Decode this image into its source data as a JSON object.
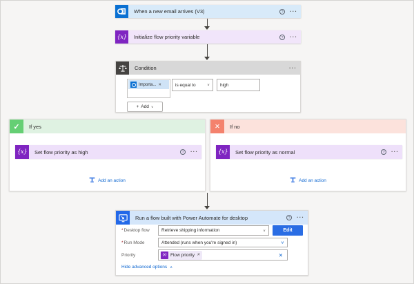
{
  "icons": {
    "info": "?",
    "ellipsis": "···",
    "chevron_down": "∨",
    "chevron_up": "∧",
    "close": "✕",
    "check": "✓",
    "cross": "✕",
    "plus": "+",
    "variable_glyph": "{x}"
  },
  "colors": {
    "trigger_card_bg": "#d8eaf9",
    "outlook_blue": "#0a70d2",
    "variable_card_bg": "#f1e5fa",
    "variable_purple": "#7f25c1",
    "condition_header_bg": "#d8d8d8",
    "condition_icon_bg": "#454341",
    "if_yes_header_bg": "#dff2e2",
    "if_yes_icon_bg": "#65cf74",
    "if_no_header_bg": "#fce2dc",
    "if_no_icon_bg": "#f4826d",
    "action_card_bg": "#eee0fa",
    "pad_header_bg": "#d4e6fa",
    "pad_icon_bg": "#2368e8",
    "edit_button_bg": "#2a6de4",
    "link_blue": "#0d66d0",
    "required_red": "#a4262c"
  },
  "trigger": {
    "title": "When a new email arrives (V3)"
  },
  "init_variable": {
    "title": "Initialize flow priority variable"
  },
  "condition": {
    "title": "Condition",
    "operand_chip": {
      "label": "Importa..."
    },
    "operator_value": "is equal to",
    "comparison_value": "high",
    "add_label": "Add"
  },
  "branches": [
    {
      "header": "If yes",
      "action_title": "Set flow priority as high",
      "add_action_label": "Add an action"
    },
    {
      "header": "If no",
      "action_title": "Set flow priority as normal",
      "add_action_label": "Add an action"
    }
  ],
  "pad": {
    "title": "Run a flow built with Power Automate for desktop",
    "fields": [
      {
        "label": "Desktop flow",
        "required_marker": "*",
        "value": "Retrieve shipping information",
        "button_label": "Edit"
      },
      {
        "label": "Run Mode",
        "required_marker": "*",
        "value": "Attended (runs when you're signed in)"
      },
      {
        "label": "Priority",
        "chip_label": "Flow priority"
      }
    ],
    "advanced_link_label": "Hide advanced options"
  }
}
